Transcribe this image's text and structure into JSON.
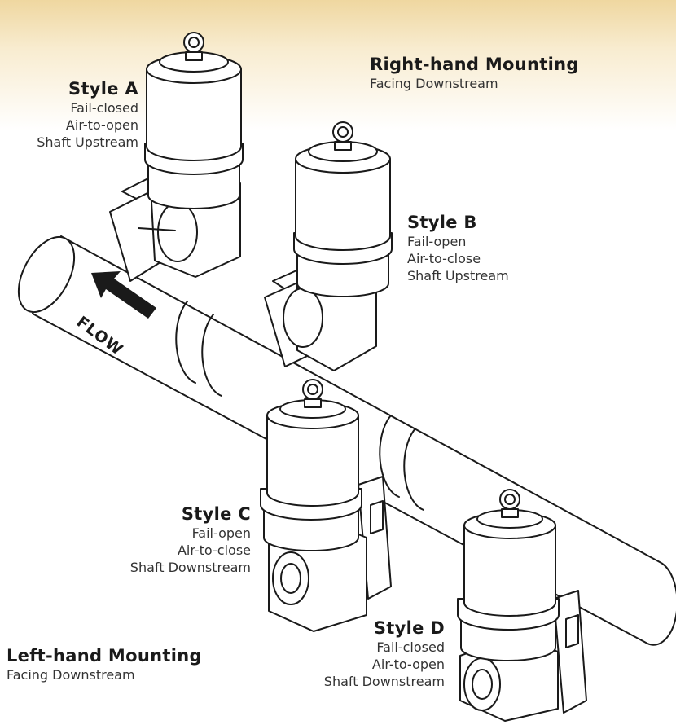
{
  "mountings": {
    "right": {
      "title": "Right-hand Mounting",
      "subtitle": "Facing Downstream"
    },
    "left": {
      "title": "Left-hand Mounting",
      "subtitle": "Facing Downstream"
    }
  },
  "styles": {
    "a": {
      "name": "Style A",
      "lines": [
        "Fail-closed",
        "Air-to-open",
        "Shaft Upstream"
      ]
    },
    "b": {
      "name": "Style B",
      "lines": [
        "Fail-open",
        "Air-to-close",
        "Shaft Upstream"
      ]
    },
    "c": {
      "name": "Style C",
      "lines": [
        "Fail-open",
        "Air-to-close",
        "Shaft Downstream"
      ]
    },
    "d": {
      "name": "Style D",
      "lines": [
        "Fail-closed",
        "Air-to-open",
        "Shaft Downstream"
      ]
    }
  },
  "flow_label": "FLOW",
  "colors": {
    "background_top": "#efd7a0",
    "line": "#1a1a1a",
    "fill": "#ffffff"
  }
}
